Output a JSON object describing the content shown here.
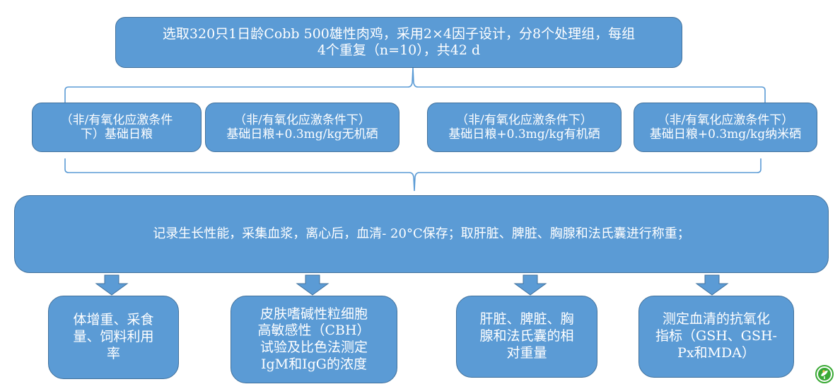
{
  "colors": {
    "box_fill": "#5b9bd5",
    "box_border": "#41719c",
    "connector": "#5b9bd5",
    "text": "#ffffff",
    "logo_green": "#3aa935"
  },
  "start": {
    "line1": "选取320只1日龄Cobb 500雄性肉鸡，采用2×4因子设计，分8个处理组，每组",
    "line2": "4个重复（n=10），共42 d"
  },
  "treatments": [
    {
      "line1": "（非/有氧化应激条件",
      "line2": "下）基础日粮"
    },
    {
      "line1": "（非/有氧化应激条件下）",
      "line2": "基础日粮+0.3mg/kg无机硒"
    },
    {
      "line1": "（非/有氧化应激条件下）",
      "line2": "基础日粮+0.3mg/kg有机硒"
    },
    {
      "line1": "（非/有氧化应激条件下）",
      "line2": "基础日粮+0.3mg/kg纳米硒"
    }
  ],
  "procedure": {
    "text": "记录生长性能，采集血浆，离心后，血清- 20°C保存；取肝脏、脾脏、胸腺和法氏囊进行称重；"
  },
  "outcomes": [
    {
      "lines": [
        "体增重、采食",
        "量、饲料利用",
        "率"
      ]
    },
    {
      "lines": [
        "皮肤嗜碱性粒细胞",
        "高敏感性（CBH）",
        "试验及比色法测定",
        "IgM和IgG的浓度"
      ]
    },
    {
      "lines": [
        "肝脏、脾脏、胸",
        "腺和法氏囊的相",
        "对重量"
      ]
    },
    {
      "lines": [
        "测定血清的抗氧化",
        "指标（GSH、GSH-",
        "Px和MDA）"
      ]
    }
  ],
  "icons": {
    "arrow": "down-arrow-icon",
    "brace": "curly-brace-connector",
    "logo": "leaf-logo-icon"
  }
}
